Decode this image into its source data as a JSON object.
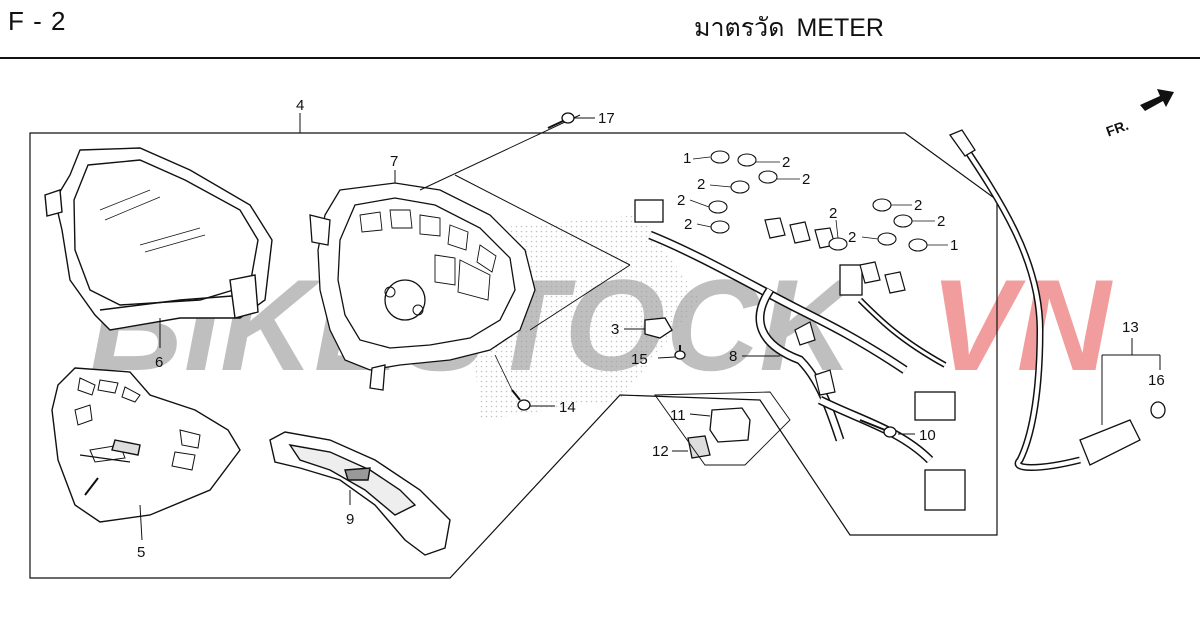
{
  "header": {
    "page_code": "F - 2",
    "title_thai": "มาตรวัด",
    "title_en": "METER"
  },
  "front_marker": "FR.",
  "watermark": {
    "part1": "BIKESTOCK",
    "part2": "VN",
    "color1": "#b4b4b4",
    "color2": "#f08c8c"
  },
  "callouts": [
    {
      "id": "c1a",
      "label": "1"
    },
    {
      "id": "c1b",
      "label": "1"
    },
    {
      "id": "c2a",
      "label": "2"
    },
    {
      "id": "c2b",
      "label": "2"
    },
    {
      "id": "c2c",
      "label": "2"
    },
    {
      "id": "c2d",
      "label": "2"
    },
    {
      "id": "c2e",
      "label": "2"
    },
    {
      "id": "c2f",
      "label": "2"
    },
    {
      "id": "c2g",
      "label": "2"
    },
    {
      "id": "c2h",
      "label": "2"
    },
    {
      "id": "c2i",
      "label": "2"
    },
    {
      "id": "c3",
      "label": "3"
    },
    {
      "id": "c4",
      "label": "4"
    },
    {
      "id": "c5",
      "label": "5"
    },
    {
      "id": "c6",
      "label": "6"
    },
    {
      "id": "c7",
      "label": "7"
    },
    {
      "id": "c8",
      "label": "8"
    },
    {
      "id": "c9",
      "label": "9"
    },
    {
      "id": "c10",
      "label": "10"
    },
    {
      "id": "c11",
      "label": "11"
    },
    {
      "id": "c12",
      "label": "12"
    },
    {
      "id": "c13",
      "label": "13"
    },
    {
      "id": "c14",
      "label": "14"
    },
    {
      "id": "c15",
      "label": "15"
    },
    {
      "id": "c16",
      "label": "16"
    },
    {
      "id": "c17",
      "label": "17"
    }
  ],
  "colors": {
    "line": "#111111",
    "part_fill": "#ffffff",
    "shade": "#cfcfcf"
  }
}
